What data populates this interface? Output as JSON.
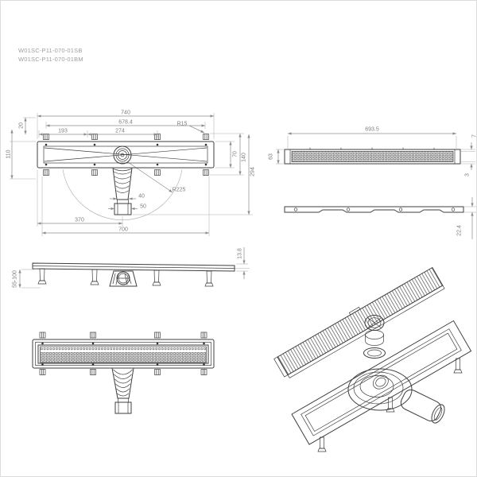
{
  "meta": {
    "background": "#ffffff",
    "border_color": "#dcdcdc",
    "part_line_color": "#3f3f3f",
    "dimension_line_color": "#8c8c8c",
    "dimension_text_color": "#7d7d7d",
    "part_number_color": "#9ba0a4"
  },
  "part_numbers": {
    "line1": "W01SC-P11-070-01SB",
    "line2": "W01SC-P11-070-01BM"
  },
  "dims": {
    "body_overall_length": "740",
    "body_mount_span": "678.4",
    "foot_pitch_left": "193",
    "foot_pitch_center": "274",
    "corner_radius": "R15",
    "flange_offset": "20",
    "body_width": "110",
    "channel_inner_width": "70",
    "body_outer_width": "140",
    "overall_depth": "294",
    "hose_swivel_radius": "R225",
    "outlet_neck_width": "40",
    "outlet_body_width": "50",
    "outlet_offset": "370",
    "base_length": "700",
    "grate_length": "693.5",
    "grate_width": "63",
    "grate_rim_top": "7",
    "grate_rim_bottom": "3",
    "grate_profile_height": "22.4",
    "leg_height_range": "55-100",
    "edge_profile_height": "13.8"
  }
}
